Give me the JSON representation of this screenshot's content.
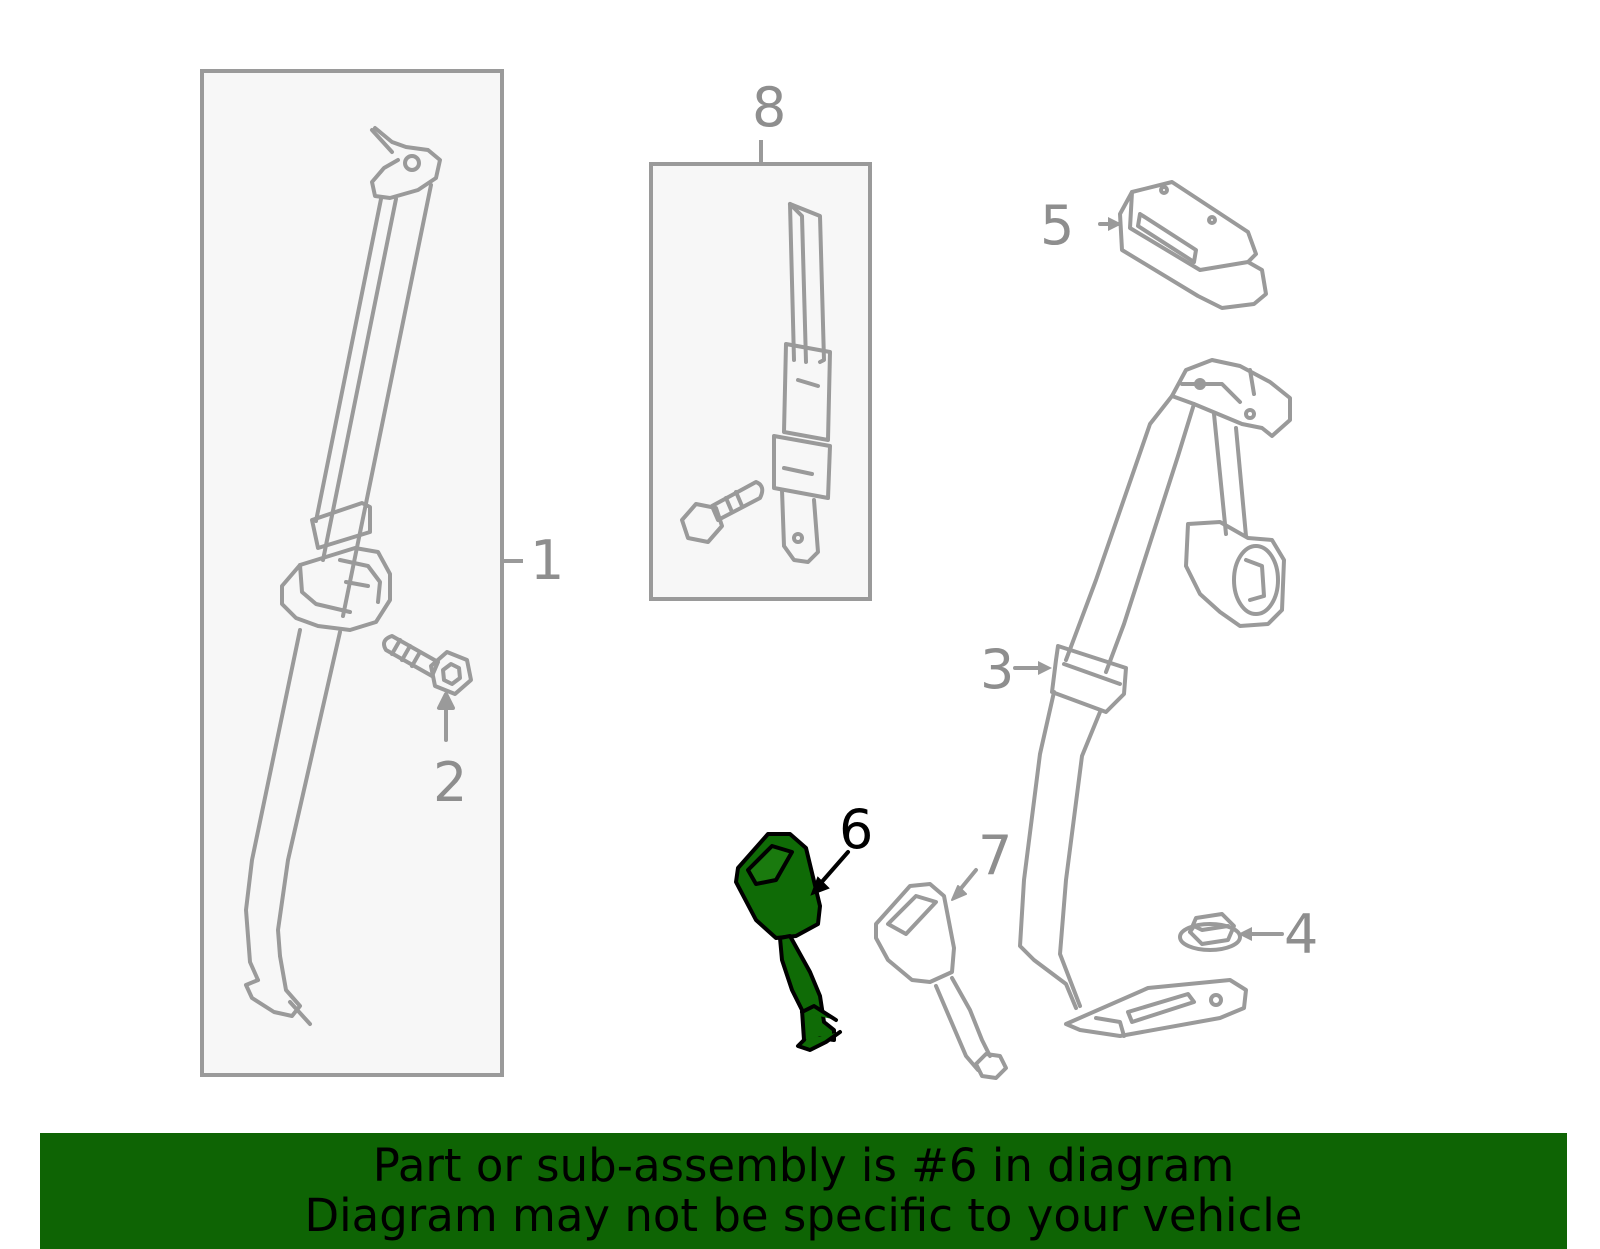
{
  "callouts": {
    "c1": "1",
    "c2": "2",
    "c3": "3",
    "c4": "4",
    "c5": "5",
    "c6": "6",
    "c7": "7",
    "c8": "8"
  },
  "highlighted_part": "6",
  "banner": {
    "line1": "Part or sub-assembly is #6 in diagram",
    "line2": "Diagram may not be specific to your vehicle"
  },
  "colors": {
    "banner_bg": "#0e6404",
    "highlight_fill": "#0f6b06",
    "outline_gray": "#9a9a9a",
    "box_fill": "#f7f7f7"
  }
}
